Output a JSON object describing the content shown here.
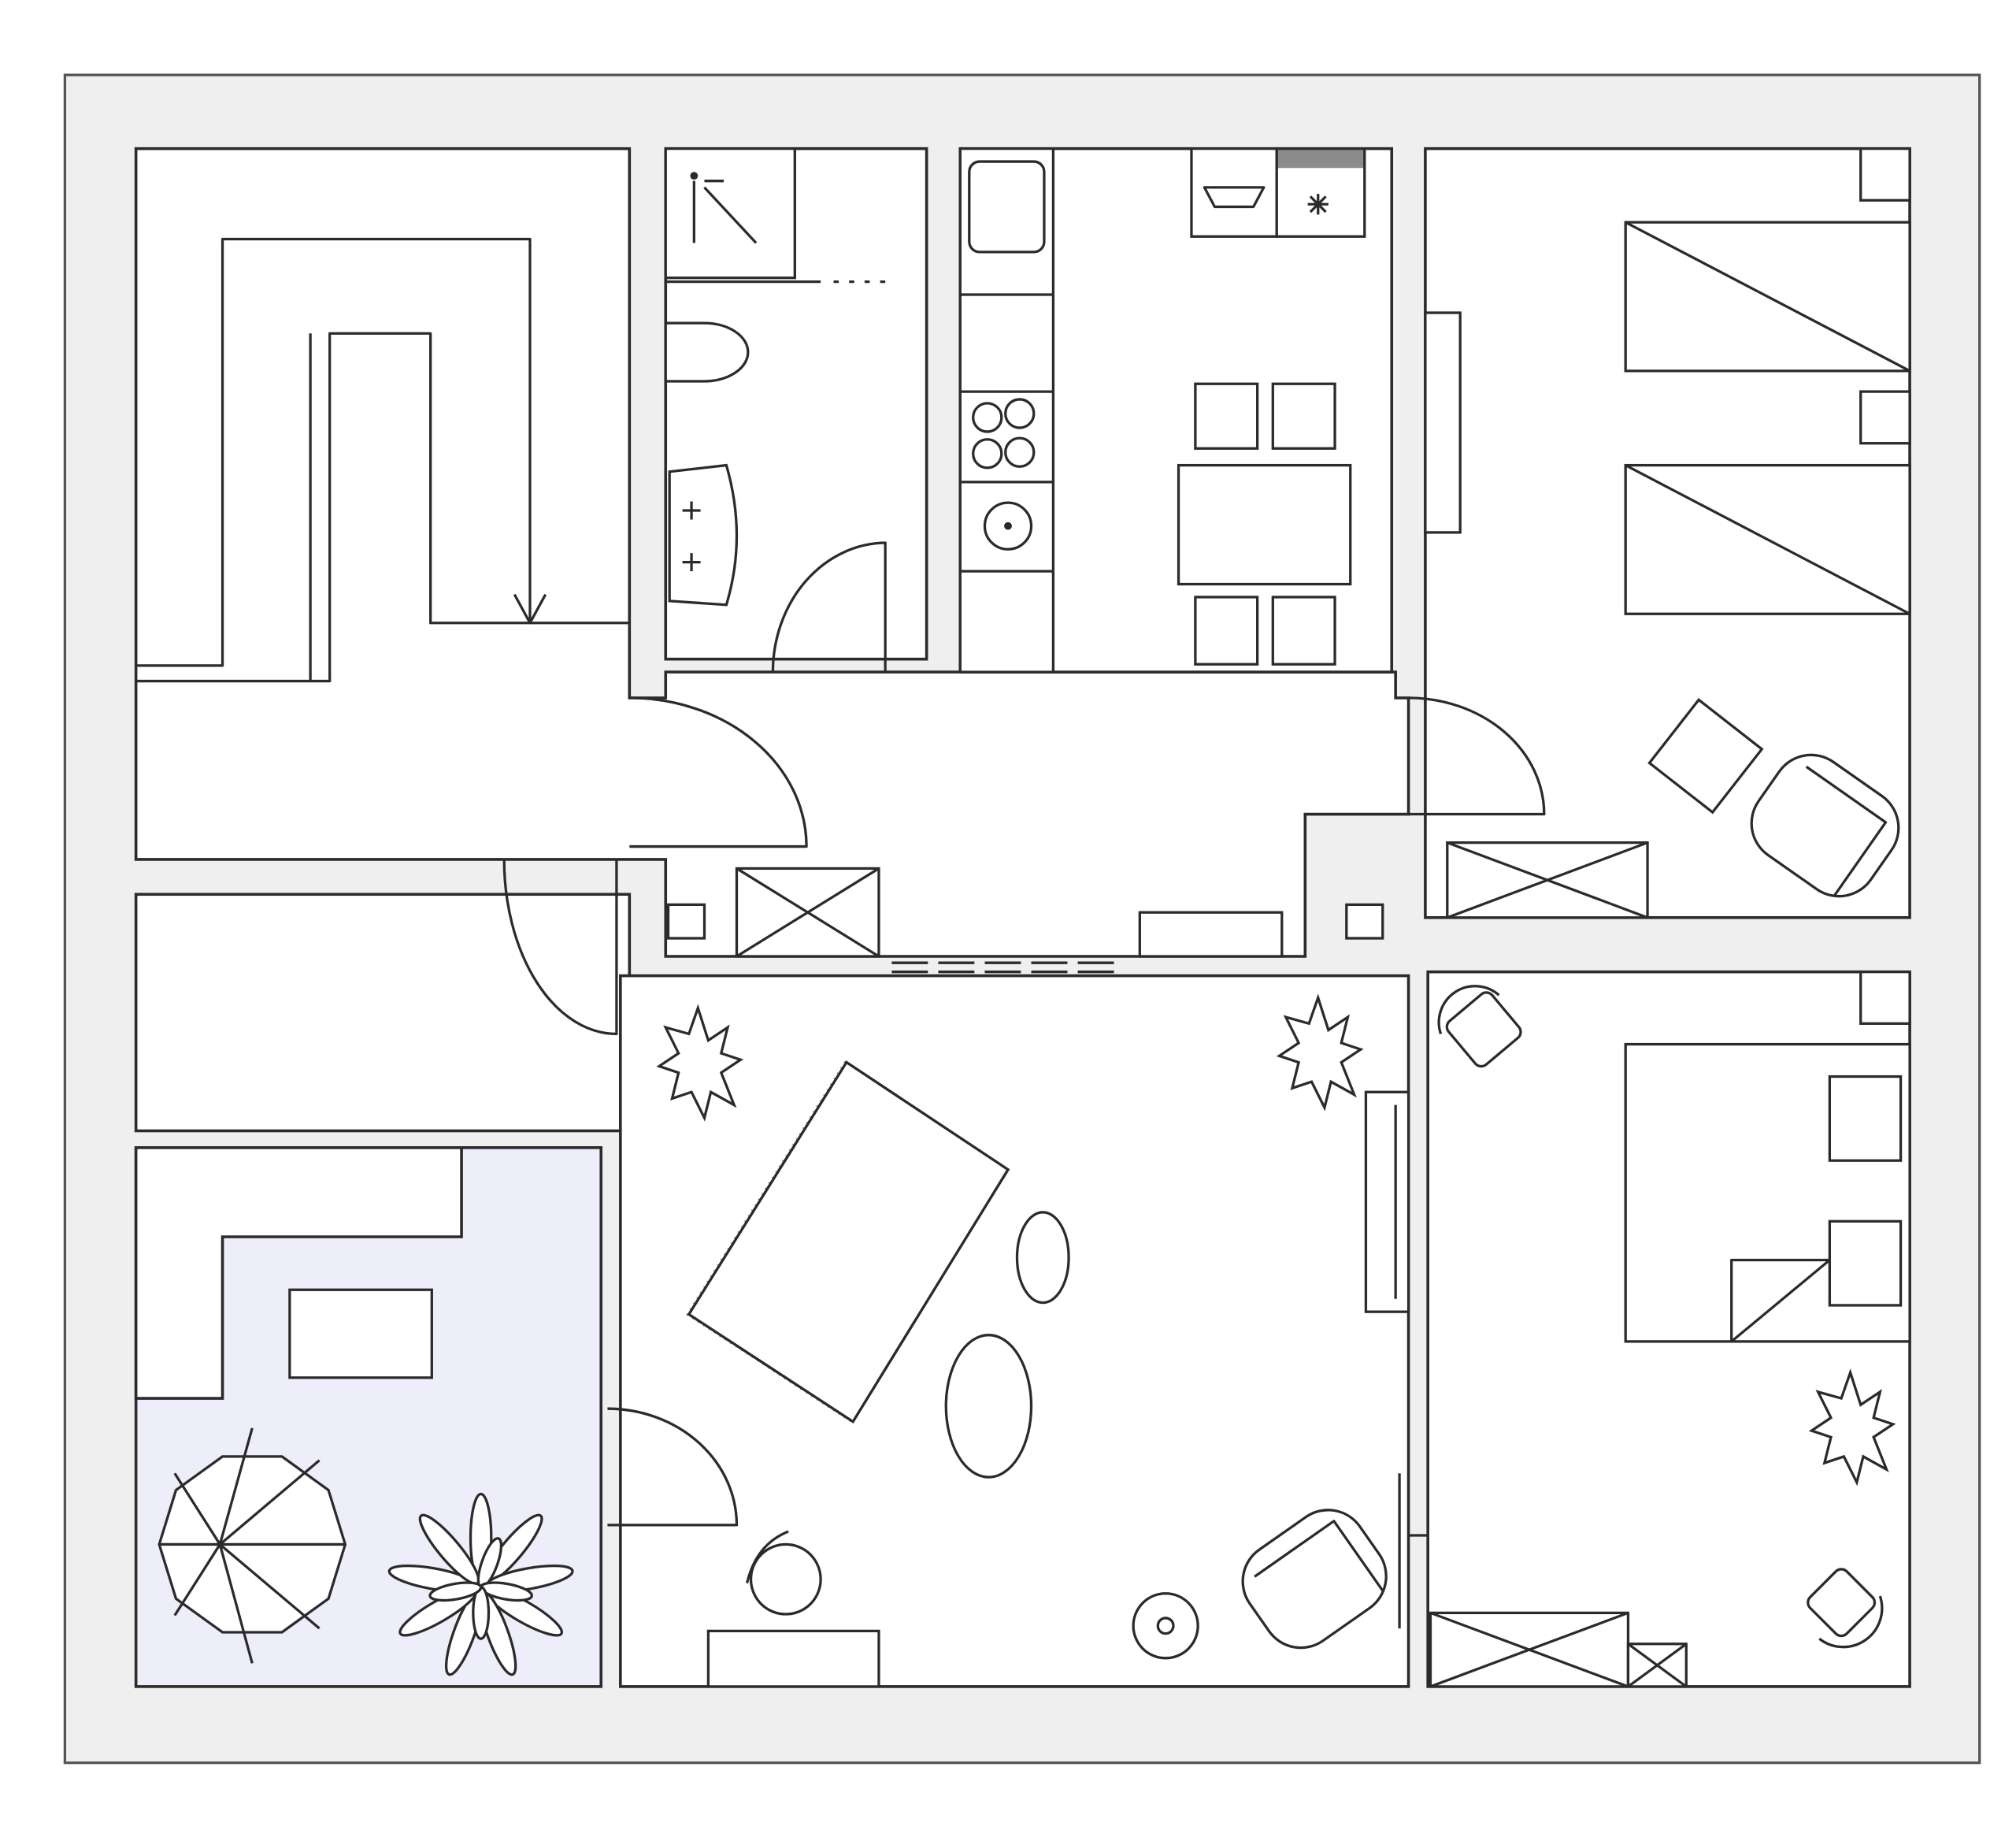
{
  "plan": {
    "colors": {
      "wall": "#efefef",
      "wall_outline": "#555555",
      "line": "#2b2b2b",
      "room": "#ffffff",
      "balcony_highlight": "#eeeefb"
    },
    "rooms": [
      "stairwell",
      "hall",
      "bathroom",
      "kitchen",
      "bedroom-twin",
      "storage",
      "balcony",
      "living-room",
      "bedroom-double"
    ],
    "highlighted_room": "balcony"
  }
}
